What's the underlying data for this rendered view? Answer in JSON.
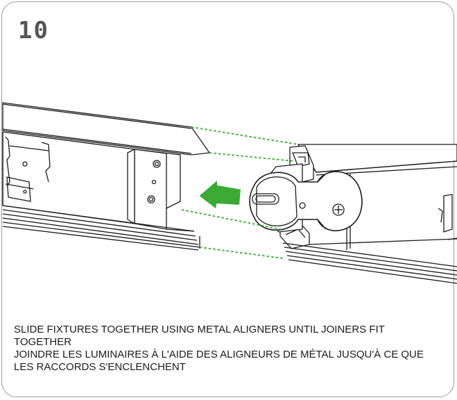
{
  "step_number": "10",
  "caption": {
    "english": "SLIDE FIXTURES TOGETHER USING METAL ALIGNERS UNTIL JOINERS FIT TOGETHER",
    "french": "JOINDRE LES LUMINAIRES À L'AIDE DES ALIGNEURS DE MÉTAL JUSQU'À CE QUE LES RACCORDS S'ENCLENCHENT"
  },
  "colors": {
    "arrow": "#3aaa35",
    "guide_lines": "#3aaa35",
    "line_art": "#1a1a1a"
  }
}
